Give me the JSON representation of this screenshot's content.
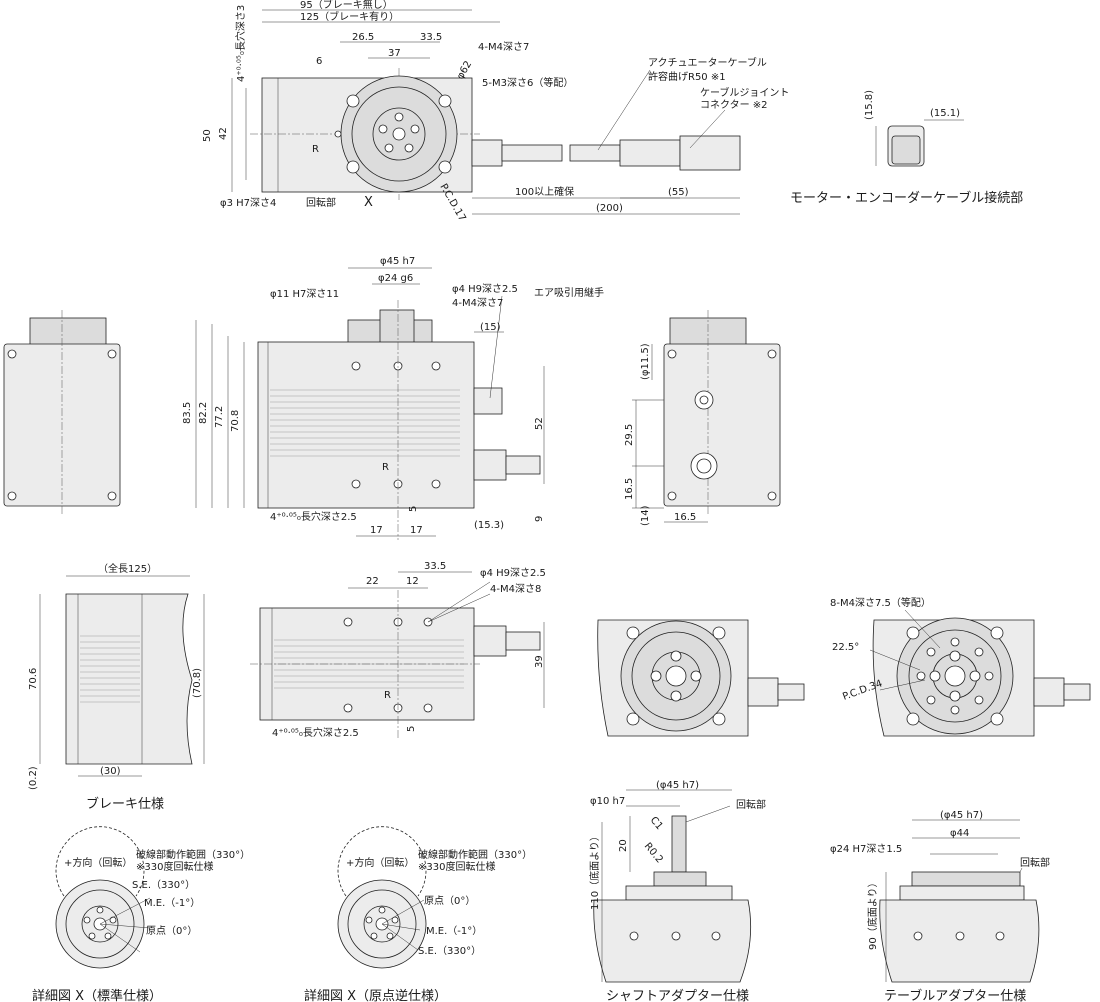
{
  "captions": {
    "motor_encoder_connector": "モーター・エンコーダーケーブル接続部",
    "brake_spec": "ブレーキ仕様",
    "detail_x_standard": "詳細図 X（標準仕様）",
    "detail_x_reverse": "詳細図 X（原点逆仕様）",
    "shaft_adapter": "シャフトアダプター仕様",
    "table_adapter": "テーブルアダプター仕様"
  },
  "top_view": {
    "d_95": "95（ブレーキ無し）",
    "d_125": "125（ブレーキ有り）",
    "d_26_5": "26.5",
    "d_33_5": "33.5",
    "d_37": "37",
    "d_6": "6",
    "slot": "4⁺⁰·⁰⁵₀長穴深さ3",
    "d_50": "50",
    "d_42": "42",
    "phi62": "φ62",
    "m4": "4-M4深さ7",
    "m3": "5-M3深さ6（等配）",
    "pcd17": "P.C.D.17",
    "phi3": "φ3 H7深さ4",
    "rotating": "回転部",
    "x_mark": "X",
    "r_mark": "R",
    "cable_note_1": "アクチュエーターケーブル",
    "cable_note_2": "許容曲げR50 ※1",
    "joint_note_1": "ケーブルジョイント",
    "joint_note_2": "コネクター ※2",
    "d_100": "100以上確保",
    "d_55": "(55)",
    "d_200": "(200)"
  },
  "connector_view": {
    "d_15_8": "(15.8)",
    "d_15_1": "(15.1)"
  },
  "front_view": {
    "phi45": "φ45 h7",
    "phi24": "φ24 g6",
    "phi11": "φ11 H7深さ11",
    "phi4": "φ4 H9深さ2.5",
    "m4": "4-M4深さ7",
    "air": "エア吸引用継手",
    "d_15": "(15)",
    "d_83_5": "83.5",
    "d_82_2": "82.2",
    "d_77_2": "77.2",
    "d_70_8": "70.8",
    "d_52": "52",
    "d_5": "5",
    "d_9": "9",
    "slot": "4⁺⁰·⁰⁵₀長穴深さ2.5",
    "d_17a": "17",
    "d_17b": "17",
    "d_15_3": "(15.3)",
    "r_mark": "R"
  },
  "side_view": {
    "d_11_5": "(φ11.5)",
    "d_29_5": "29.5",
    "d_16_5": "16.5",
    "d_14": "(14)",
    "d_16_5b": "16.5"
  },
  "brake_view": {
    "d_125": "（全長125）",
    "d_70_6": "70.6",
    "d_70_8": "(70.8)",
    "d_0_2": "(0.2)",
    "d_30": "(30)"
  },
  "bottom_view": {
    "d_22": "22",
    "d_12": "12",
    "d_33_5": "33.5",
    "phi4": "φ4 H9深さ2.5",
    "m4": "4-M4深さ8",
    "d_39": "39",
    "d_5": "5",
    "slot": "4⁺⁰·⁰⁵₀長穴深さ2.5",
    "r_mark": "R"
  },
  "table_top_view": {
    "m4": "8-M4深さ7.5（等配）",
    "angle": "22.5°",
    "pcd34": "P.C.D.34"
  },
  "detail_standard": {
    "dir": "+方向（回転）",
    "range_1": "破線部動作範囲（330°）",
    "range_2": "※330度回転仕様",
    "se": "S.E.（330°）",
    "me": "M.E.（-1°）",
    "origin": "原点（0°）"
  },
  "detail_reverse": {
    "dir": "+方向（回転）",
    "range_1": "破線部動作範囲（330°）",
    "range_2": "※330度回転仕様",
    "origin": "原点（0°）",
    "me": "M.E.（-1°）",
    "se": "S.E.（330°）"
  },
  "shaft_adapter": {
    "phi45": "(φ45 h7)",
    "phi10": "φ10 h7",
    "rotating": "回転部",
    "c1": "C1",
    "r02": "R0.2",
    "d_20": "20",
    "d_110": "110（底面より）"
  },
  "table_adapter": {
    "phi45": "(φ45 h7)",
    "phi44": "φ44",
    "phi24": "φ24 H7深さ1.5",
    "rotating": "回転部",
    "d_90": "90（底面より）"
  }
}
